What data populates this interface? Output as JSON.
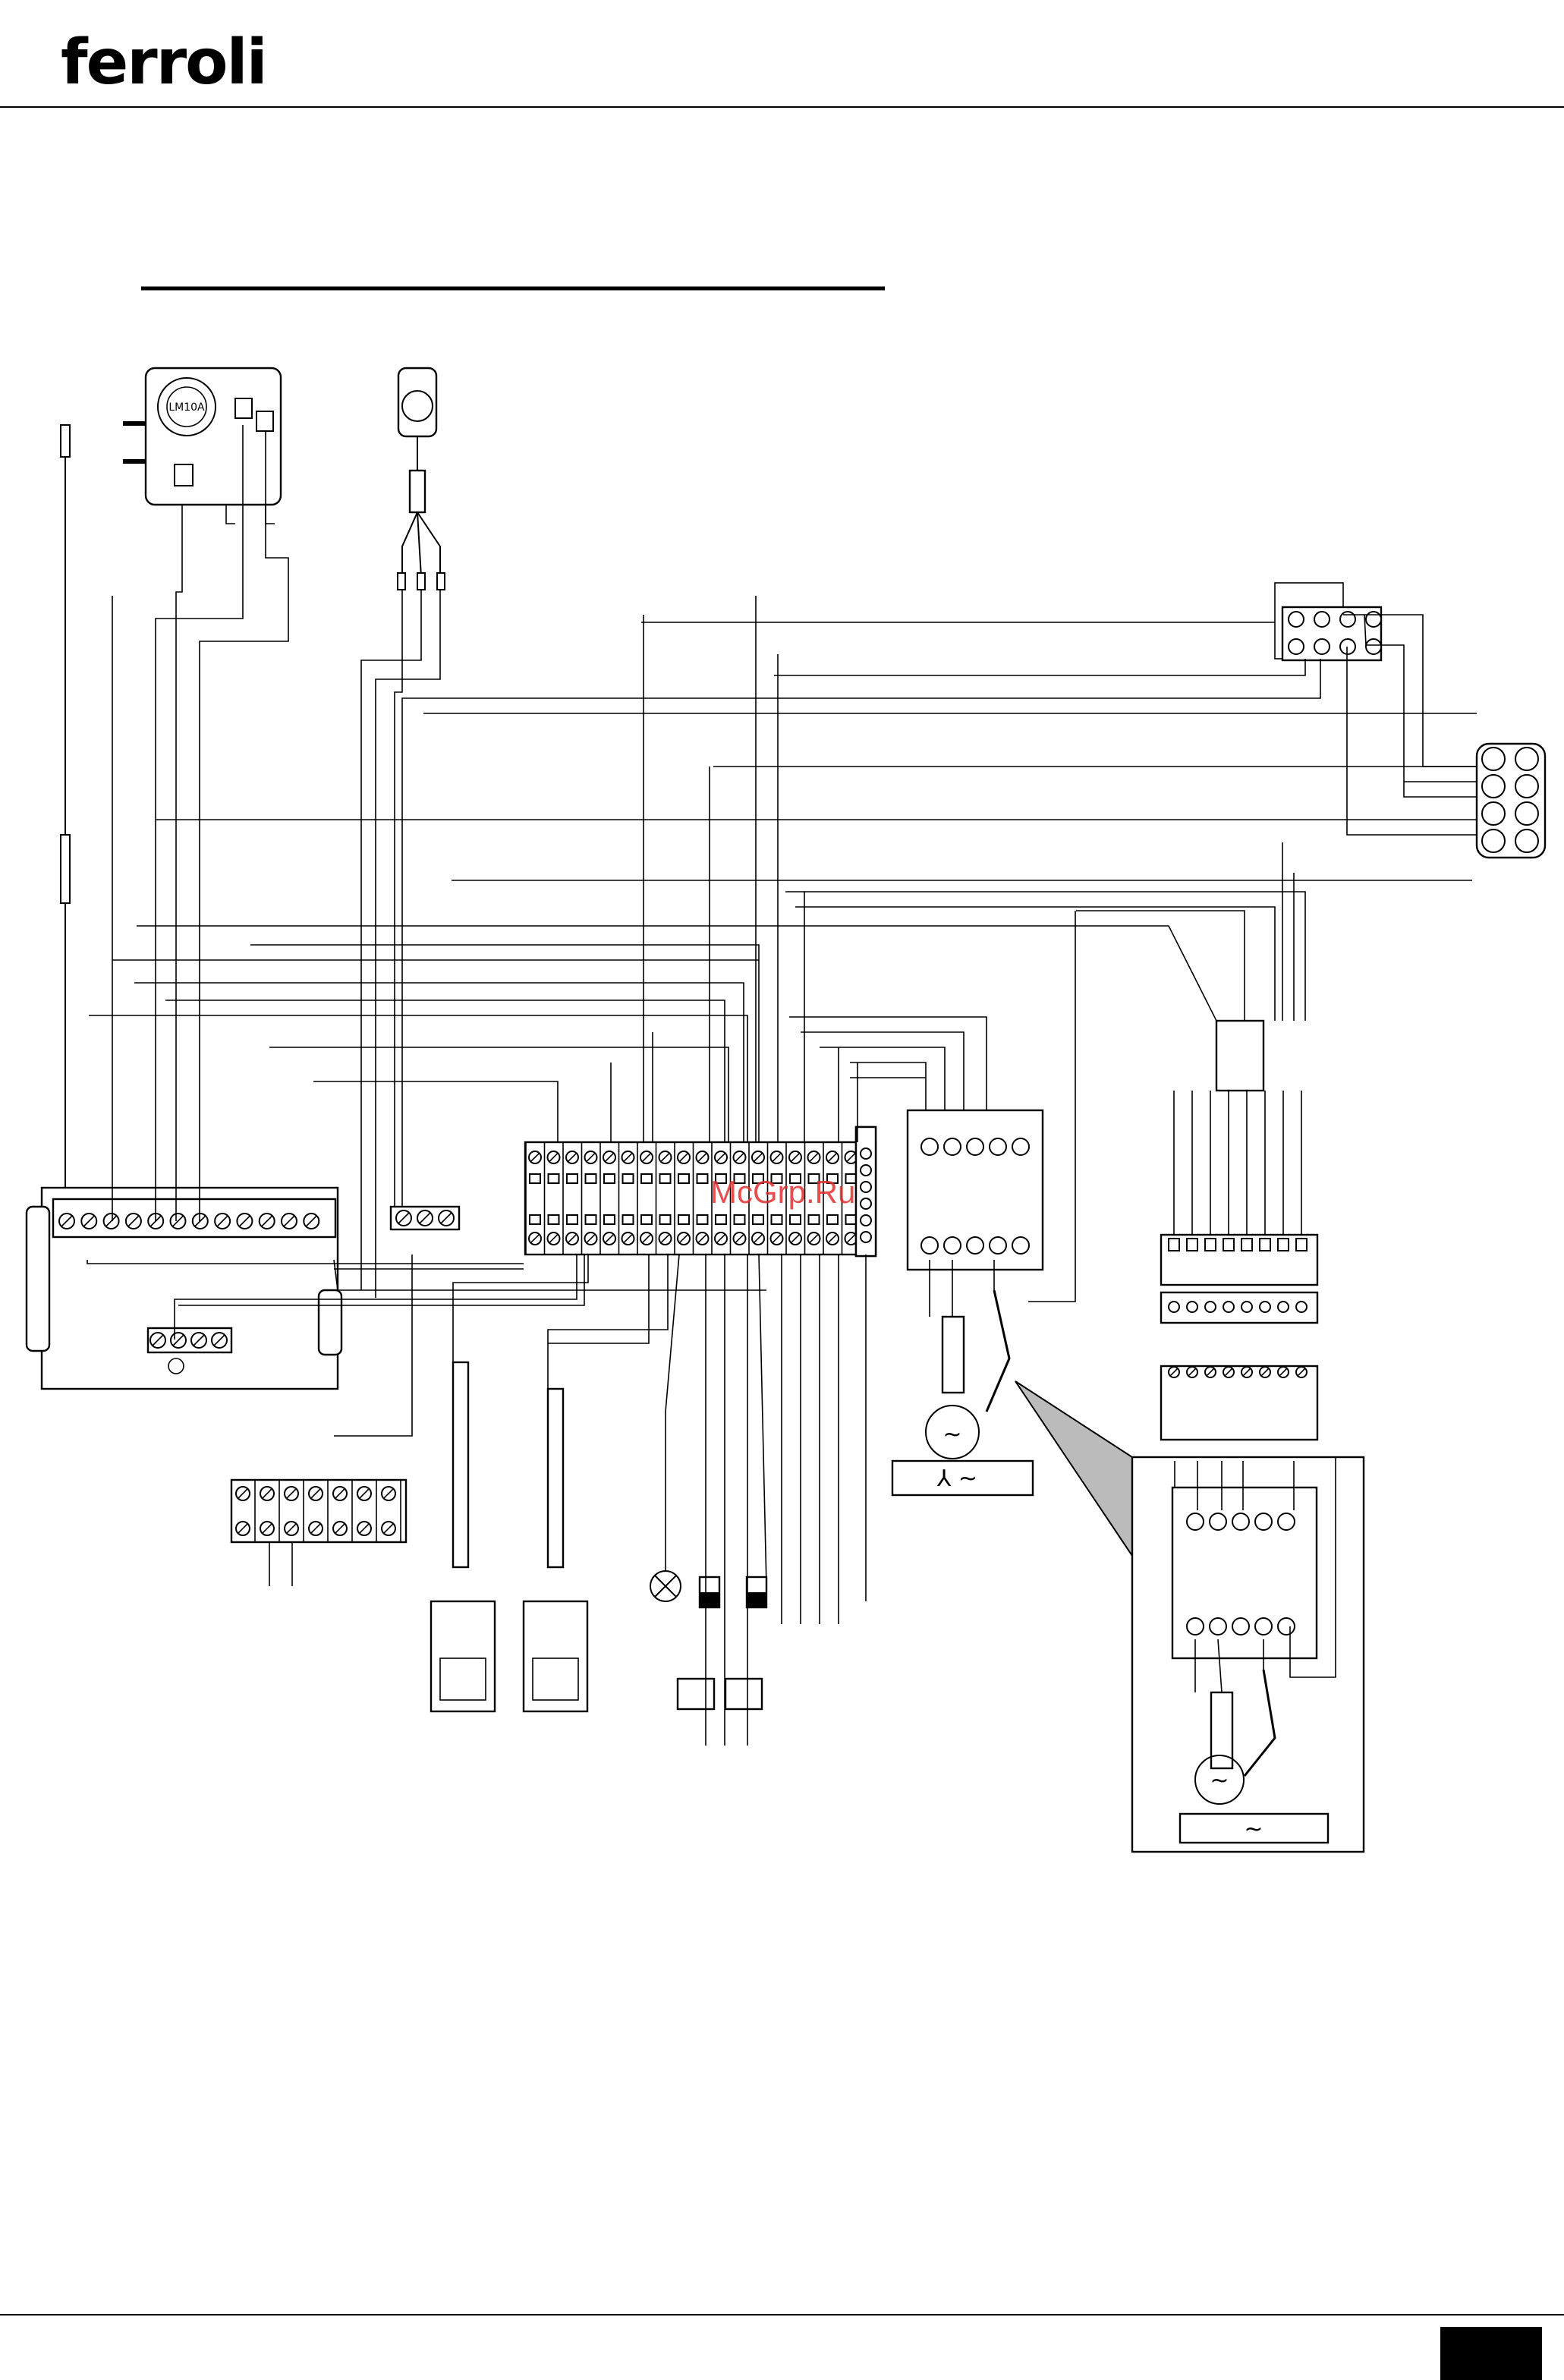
{
  "header": {
    "logo_text": "ferroli"
  },
  "diagram": {
    "pressure_switch_label": "LM10A",
    "watermark": "McGrp.Ru",
    "motor_symbol": "~",
    "star_symbol": "⅄ ~",
    "detail_symbol": "~"
  },
  "colors": {
    "ink": "#000000",
    "watermark": "#e03030",
    "footer_tab": "#111111"
  }
}
